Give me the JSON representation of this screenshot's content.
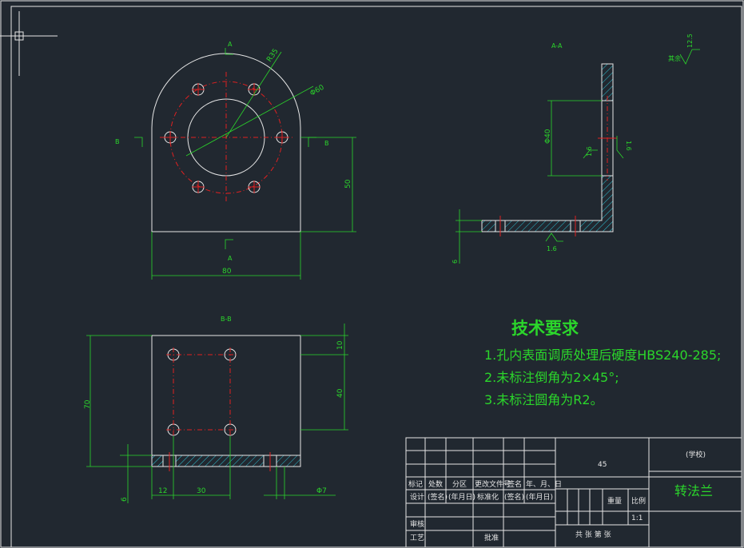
{
  "views": {
    "top_view": {
      "section_mark_top": "A",
      "section_mark_bottom": "A",
      "section_mark_left": "B",
      "section_mark_right": "B",
      "dim_r35": "R35",
      "dim_phi60": "Φ60",
      "dim_height": "50",
      "dim_width": "80"
    },
    "section_aa": {
      "label": "A-A",
      "dim_phi40": "Φ40",
      "rough_inner_left": "1.6",
      "rough_inner_right": "1.6",
      "rough_bottom": "1.6",
      "dim_thickness": "6",
      "rough_rest_label": "其余",
      "rough_rest_value": "12.5"
    },
    "section_bb": {
      "label": "B-B",
      "dim_top": "10",
      "dim_mid": "40",
      "dim_total": "70",
      "dim_thickness": "6",
      "dim_left": "12",
      "dim_span": "30",
      "dim_hole": "Φ7"
    }
  },
  "technical_requirements": {
    "title": "技术要求",
    "items": [
      "1.孔内表面调质处理后硬度HBS240-285;",
      "2.未标注倒角为2×45°;",
      "3.未标注圆角为R2。"
    ]
  },
  "title_block": {
    "material": "45",
    "school": "(学校)",
    "part_name": "转法兰",
    "row_headers": [
      "标记",
      "处数",
      "分区",
      "更改文件号",
      "签名",
      "年、月、日"
    ],
    "design_row": [
      "设计",
      "(签名)",
      "(年月日)",
      "标准化",
      "(签名)",
      "(年月日)"
    ],
    "review": "审核",
    "process": "工艺",
    "approve": "批准",
    "weight": "重量",
    "scale": "比例",
    "scale_value": "1:1",
    "sheets": "共  张  第  张"
  },
  "colors": {
    "background": "#212830",
    "outline": "#e6e6e6",
    "dimension": "#2bd62b",
    "centerline": "#e02020"
  }
}
